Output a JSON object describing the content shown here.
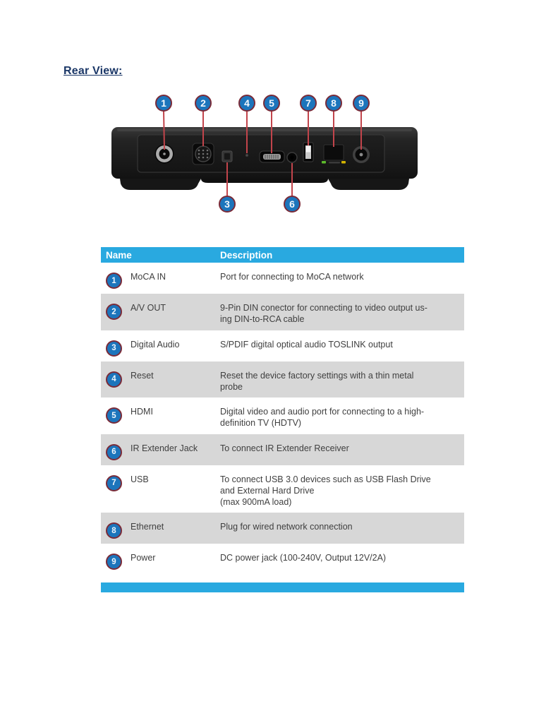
{
  "page": {
    "title": "Rear View:"
  },
  "figure": {
    "description": "rear view of set-top box with numbered port callouts",
    "callouts": [
      {
        "num": "1",
        "port": "moca-in-coax"
      },
      {
        "num": "2",
        "port": "av-out-din"
      },
      {
        "num": "3",
        "port": "digital-audio-toslink"
      },
      {
        "num": "4",
        "port": "reset-hole"
      },
      {
        "num": "5",
        "port": "hdmi"
      },
      {
        "num": "6",
        "port": "ir-extender-jack"
      },
      {
        "num": "7",
        "port": "usb"
      },
      {
        "num": "8",
        "port": "ethernet"
      },
      {
        "num": "9",
        "port": "power-jack"
      }
    ]
  },
  "table": {
    "headers": {
      "name": "Name",
      "description": "Description"
    },
    "rows": [
      {
        "num": "1",
        "name": "MoCA IN",
        "description": "Port for connecting to MoCA network"
      },
      {
        "num": "2",
        "name": "A/V OUT",
        "description": "9-Pin DIN conector for connecting to video output us-\ning DIN-to-RCA cable"
      },
      {
        "num": "3",
        "name": "Digital Audio",
        "description": "S/PDIF digital optical audio TOSLINK output"
      },
      {
        "num": "4",
        "name": "Reset",
        "description": "Reset the device factory settings with a thin metal\nprobe"
      },
      {
        "num": "5",
        "name": "HDMI",
        "description": "Digital video and audio port for connecting to a high-\ndefinition TV (HDTV)"
      },
      {
        "num": "6",
        "name": "IR Extender Jack",
        "description": "To connect IR Extender Receiver"
      },
      {
        "num": "7",
        "name": "USB",
        "description": "To connect USB 3.0 devices such as USB Flash Drive\nand External Hard Drive\n(max 900mA load)"
      },
      {
        "num": "8",
        "name": "Ethernet",
        "description": "Plug for wired network connection"
      },
      {
        "num": "9",
        "name": "Power",
        "description": "DC power jack (100-240V, Output 12V/2A)"
      }
    ]
  },
  "colors": {
    "accent_cyan": "#29A9E0",
    "callout_blue": "#1C75BC",
    "callout_ring_maroon": "#7A2B38",
    "leader_line_red": "#C2444B",
    "row_gray": "#D7D7D7",
    "heading_navy": "#1B3767",
    "body_text_gray": "#3F3F3F",
    "ethernet_led_green": "#5DBB2B",
    "ethernet_led_amber": "#D3B400"
  }
}
